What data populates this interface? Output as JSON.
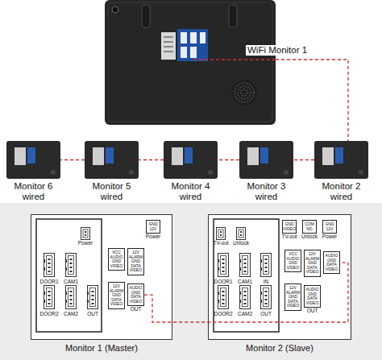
{
  "diagram": {
    "nodes": [
      {
        "text": [
          "WiFi Monitor 1"
        ]
      },
      {
        "text": [
          "Monitor 6 wired"
        ]
      },
      {
        "text": [
          "Monitor 5 wired"
        ]
      },
      {
        "text": [
          "Monitor 4 wired"
        ]
      },
      {
        "text": [
          "Monitor 3 wired"
        ]
      },
      {
        "text": [
          "Monitor 2 wired"
        ]
      },
      {
        "text": [
          "Monitor 1 (Master)"
        ]
      },
      {
        "text": [
          "GND 12V",
          "Power"
        ],
        "in": 6
      },
      {
        "text": [
          "VCC AUDIO GND VIDEO"
        ],
        "in": 6
      },
      {
        "text": [
          "12V ALARM GND DATA VIDEO"
        ],
        "in": 6
      },
      {
        "text": [
          "12V ALARM GND DATA VIDEO"
        ],
        "in": 6
      },
      {
        "text": [
          "AUDIO GND DATA VIDEO",
          "OUT"
        ],
        "in": 6
      },
      {
        "text": [
          "Monitor 2 (Slave)"
        ]
      },
      {
        "text": [
          "GND VIDEO",
          "TV-out"
        ],
        "in": 12
      },
      {
        "text": [
          "COM NO",
          "Unlock"
        ],
        "in": 12
      },
      {
        "text": [
          "GND 12V",
          "Power"
        ],
        "in": 12
      },
      {
        "text": [
          "VCC AUDIO GND VIDEO"
        ],
        "in": 12
      },
      {
        "text": [
          "12V ALARM GND DATA VIDEO"
        ],
        "in": 12
      },
      {
        "text": [
          "AUDIO GND DATA VIDEO"
        ],
        "in": 12
      },
      {
        "text": [
          "12V ALARM GND DATA VIDEO"
        ],
        "in": 12
      },
      {
        "text": [
          "AUDIO GND DATA VIDEO",
          "OUT"
        ],
        "in": 12
      }
    ],
    "edges": [
      {
        "from": 0,
        "to": 5,
        "arrow": "none"
      },
      {
        "from": 5,
        "to": 4,
        "arrow": "none"
      },
      {
        "from": 4,
        "to": 3,
        "arrow": "none"
      },
      {
        "from": 3,
        "to": 2,
        "arrow": "none"
      },
      {
        "from": 2,
        "to": 1,
        "arrow": "none"
      },
      {
        "from": 11,
        "to": 18,
        "arrow": "none"
      }
    ],
    "labels": [
      "Power",
      "DOOR1",
      "CAM1",
      "DOOR2",
      "CAM2",
      "OUT",
      "TV-out",
      "Unlock",
      "DOOR1",
      "CAM1",
      "IN",
      "DOOR2",
      "CAM2",
      "OUT"
    ]
  }
}
